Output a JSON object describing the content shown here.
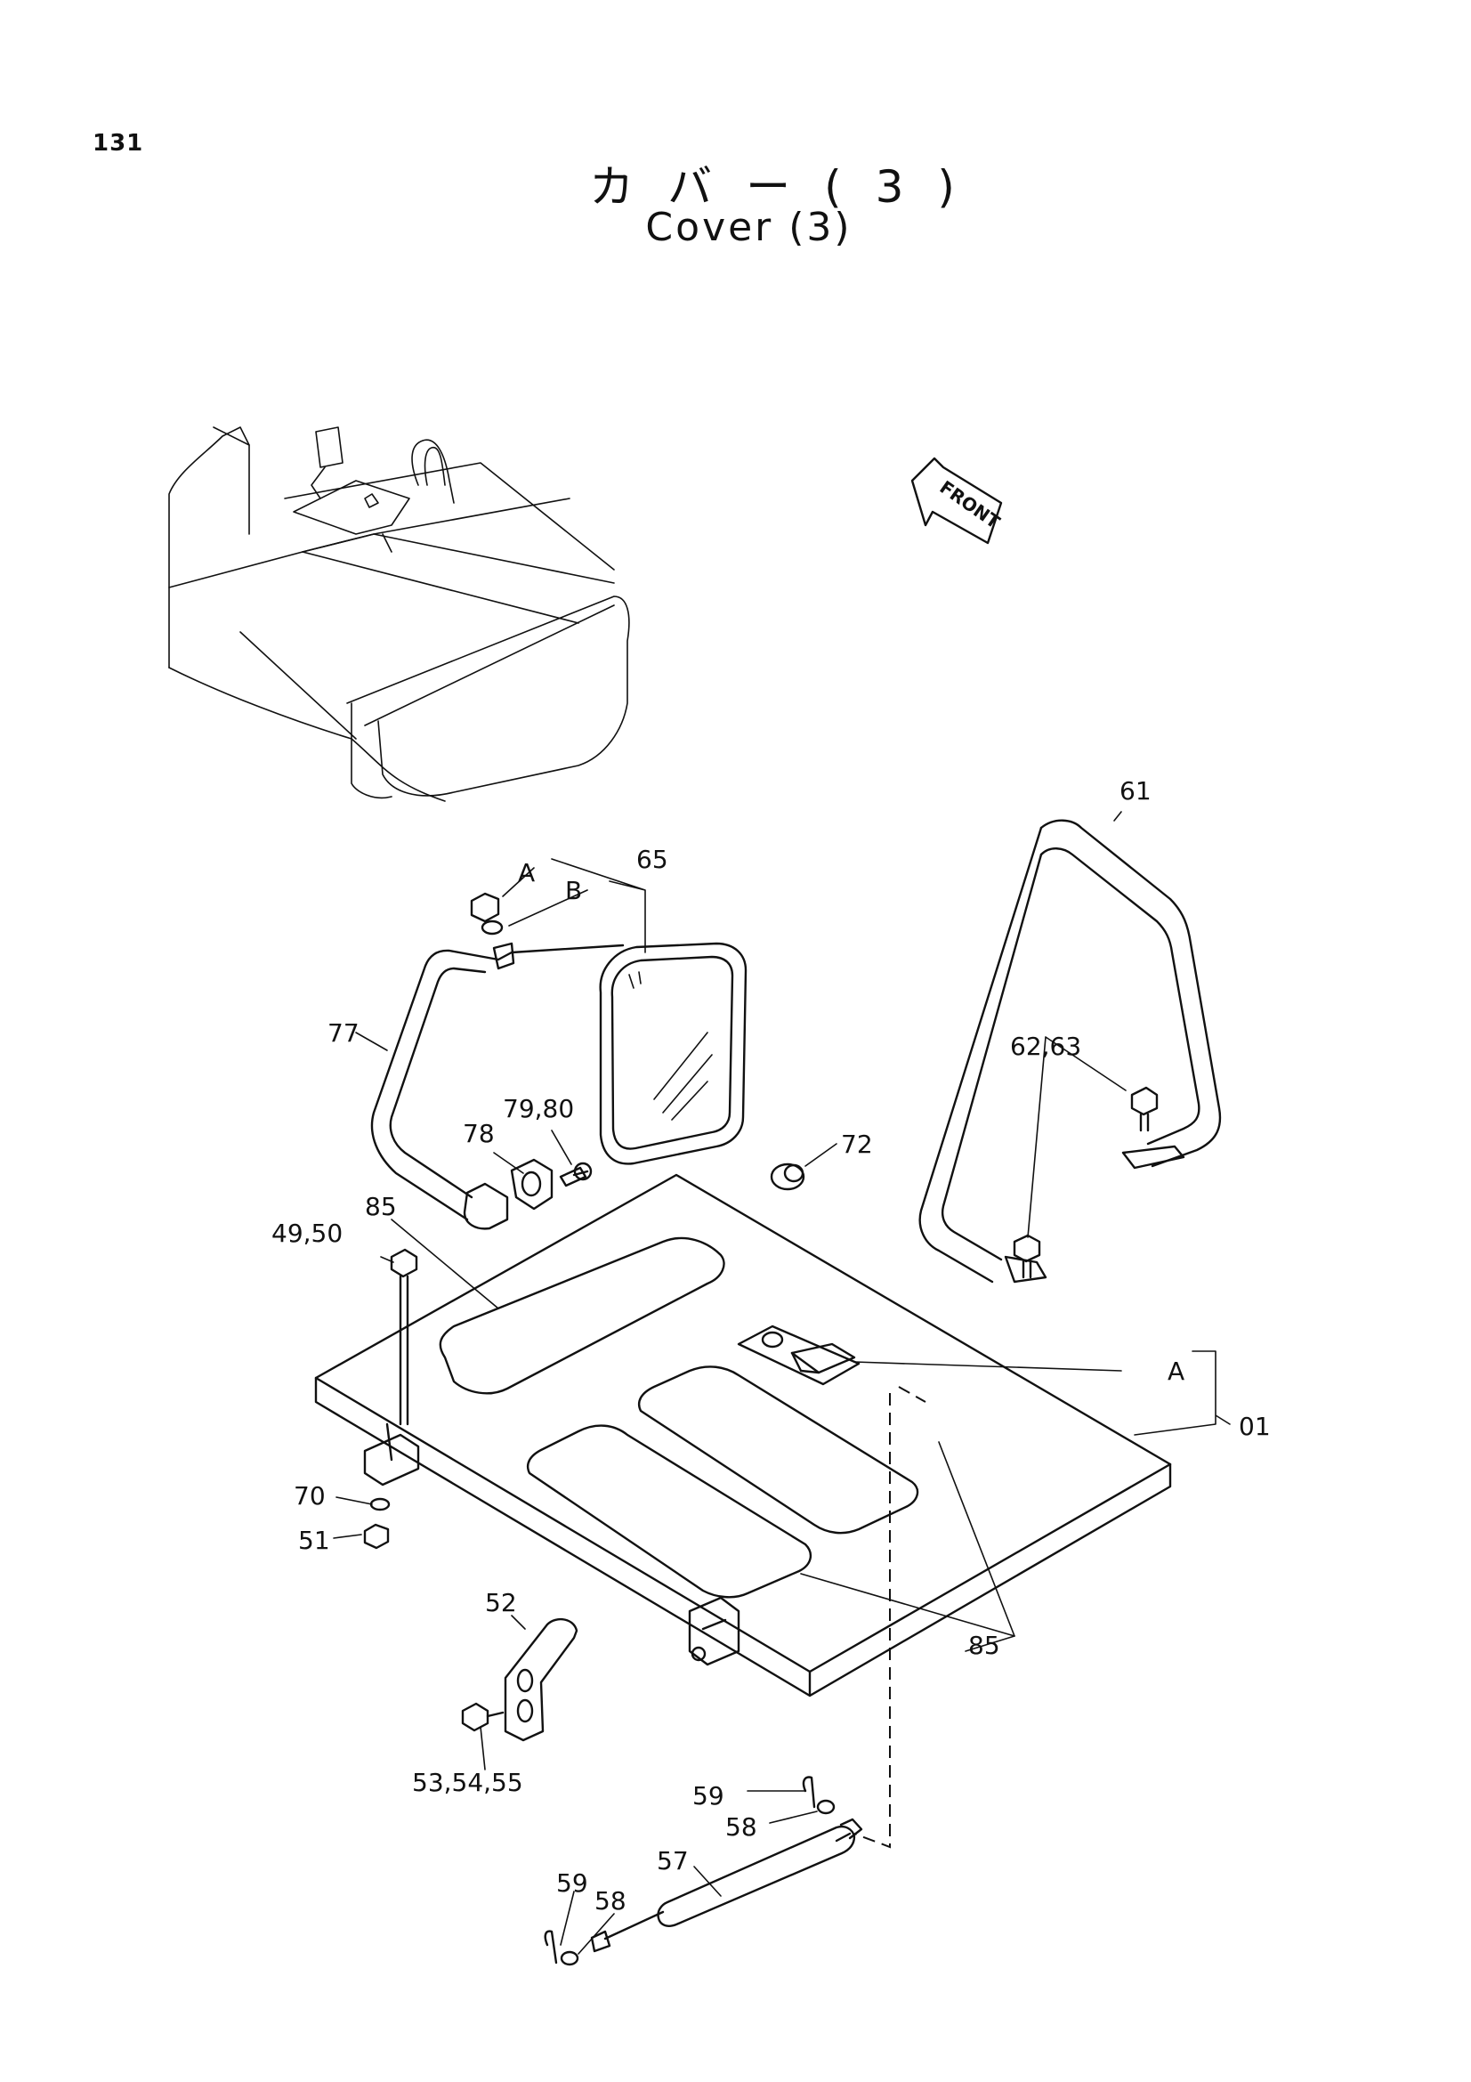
{
  "page_number": "131",
  "title_jp": "カバー(3)",
  "title_en": "Cover (3)",
  "front_label": "FRONT",
  "callouts": {
    "c61": "61",
    "c65": "65",
    "cA_top": "A",
    "cB": "B",
    "c77": "77",
    "c62_63": "62,63",
    "c79_80": "79,80",
    "c78": "78",
    "c72": "72",
    "c85_left": "85",
    "c49_50": "49,50",
    "cA_right": "A",
    "c01": "01",
    "c70": "70",
    "c51": "51",
    "c52": "52",
    "c85_bottom": "85",
    "c53_54_55": "53,54,55",
    "c59_top": "59",
    "c58_top": "58",
    "c57": "57",
    "c59_bottom": "59",
    "c58_bottom": "58"
  }
}
